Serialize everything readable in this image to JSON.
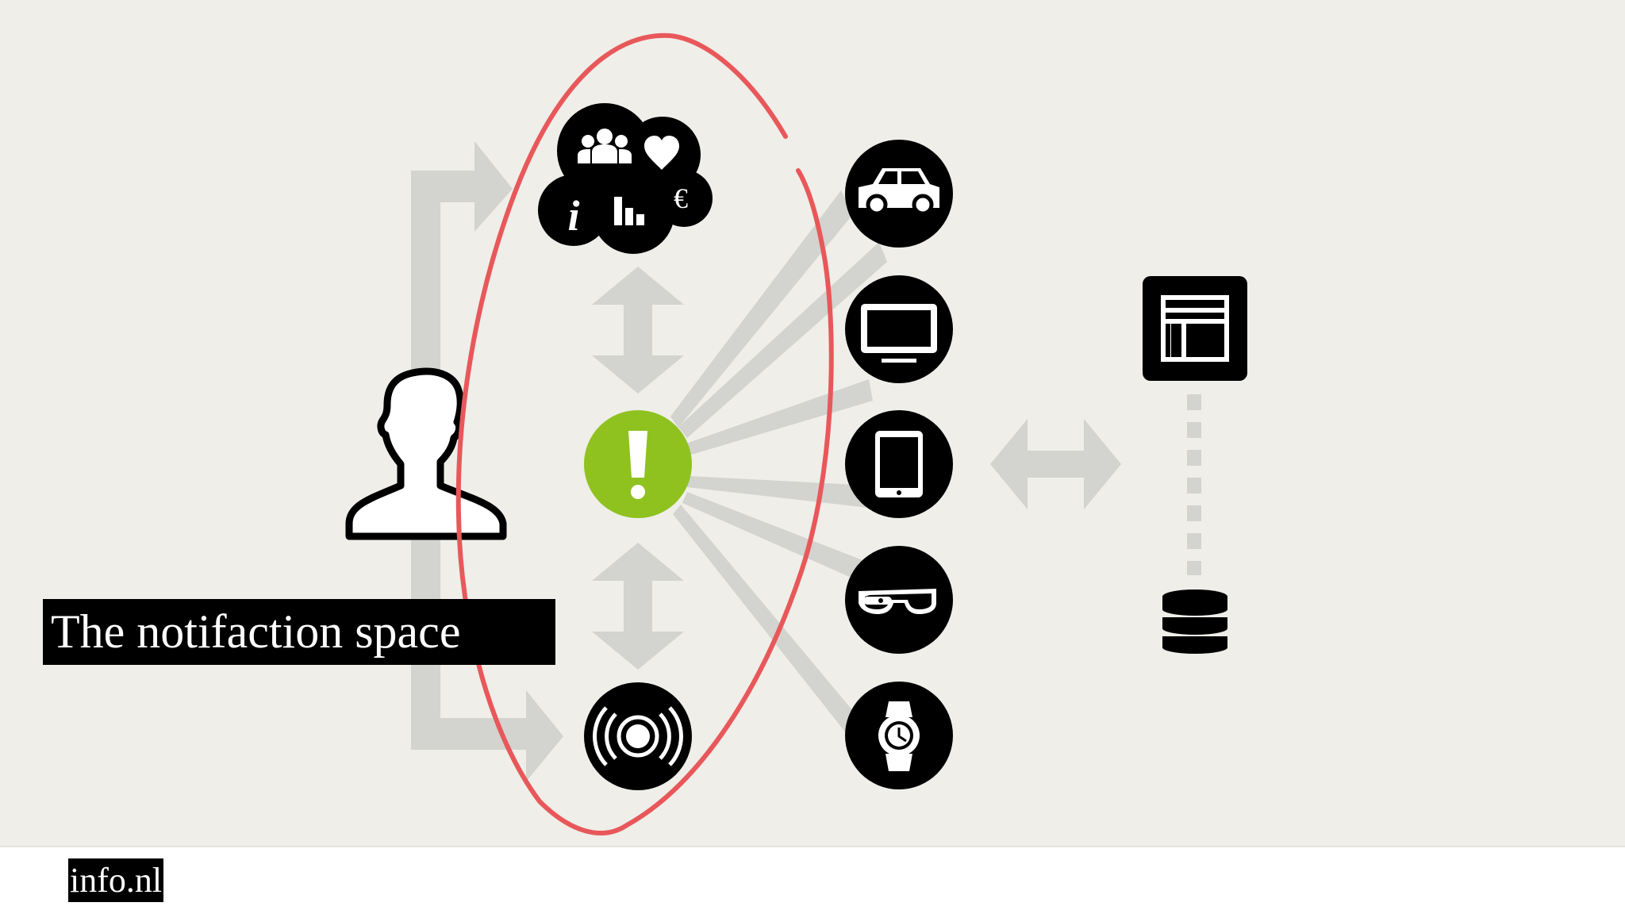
{
  "slide": {
    "title": "The notifaction space",
    "brand": "info.nl"
  },
  "diagram": {
    "left_column_icons": [
      "social-cloud-icon",
      "notification-alert-icon",
      "broadcast-icon"
    ],
    "device_icons": [
      "car-icon",
      "monitor-icon",
      "tablet-icon",
      "smart-glasses-icon",
      "smartwatch-icon"
    ],
    "backend_icons": [
      "layout-icon",
      "database-icon"
    ],
    "cloud_symbols": {
      "info": "i",
      "currency": "€"
    },
    "colors": {
      "background": "#efeee9",
      "footer": "#ffffff",
      "icon_fill": "#000000",
      "alert": "#8fc21f",
      "highlight_ellipse": "#e8585a",
      "arrows": "#d3d3cf"
    }
  }
}
